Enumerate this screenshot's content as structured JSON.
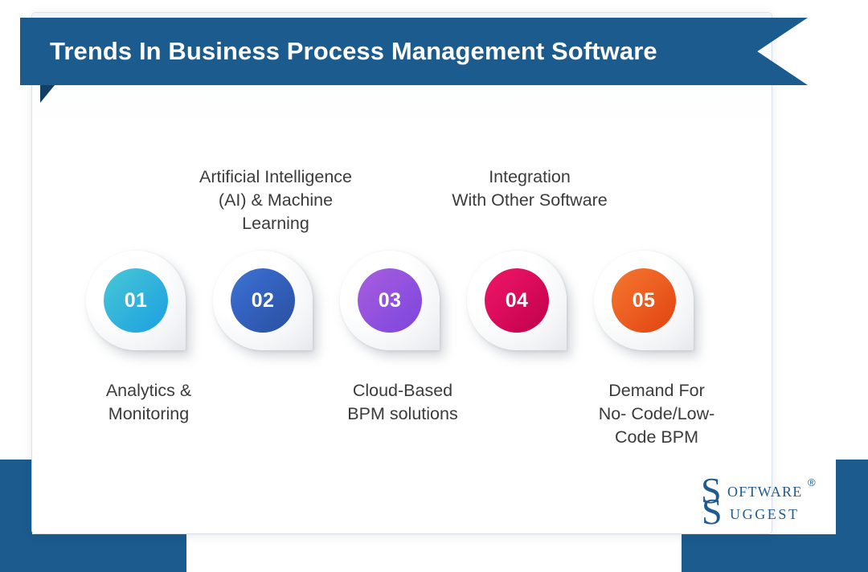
{
  "banner": {
    "title": "Trends In Business Process Management Software",
    "color": "#1B5B8E"
  },
  "steps": [
    {
      "number": "01",
      "label": "Analytics &\nMonitoring",
      "label_position": "below",
      "color_from": "#45C8DD",
      "color_to": "#1B9FE2"
    },
    {
      "number": "02",
      "label": "Artificial Intelligence\n(AI) & Machine Learning",
      "label_position": "above",
      "color_from": "#3F74CF",
      "color_to": "#2A4F9E"
    },
    {
      "number": "03",
      "label": "Cloud-Based\nBPM solutions",
      "label_position": "below",
      "color_from": "#A85FE0",
      "color_to": "#7A46DD"
    },
    {
      "number": "04",
      "label": "Integration\nWith Other Software",
      "label_position": "above",
      "color_from": "#EF1766",
      "color_to": "#BF0049"
    },
    {
      "number": "05",
      "label": "Demand For\nNo- Code/Low-\nCode BPM",
      "label_position": "below",
      "color_from": "#F4772C",
      "color_to": "#E04310"
    }
  ],
  "logo": {
    "cap1": "S",
    "word1": "oftware",
    "cap2": "S",
    "word2": "uggest",
    "registered": "®",
    "color": "#1F5B91"
  },
  "decor": {
    "corner_color": "#1B5B8E"
  }
}
